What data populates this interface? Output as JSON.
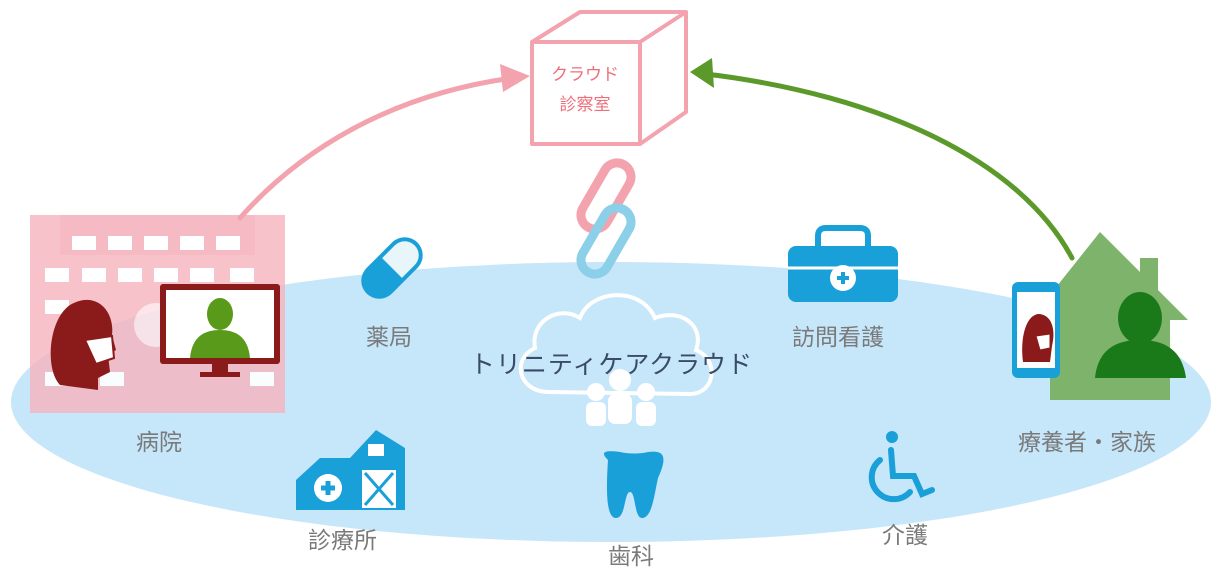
{
  "diagram": {
    "center_label": "トリニティケアクラウド",
    "cloud_room": {
      "line1": "クラウド",
      "line2": "診察室"
    },
    "nodes": {
      "hospital": "病院",
      "pharmacy": "薬局",
      "home_nursing": "訪問看護",
      "patient_family": "療養者・家族",
      "clinic": "診療所",
      "dental": "歯科",
      "care": "介護"
    },
    "colors": {
      "ellipse": "#c6e6fa",
      "icon_blue": "#1aa0d8",
      "hospital_pink": "#f5b5bf",
      "house_green": "#7db36a",
      "arrow_pink": "#f3a3ae",
      "arrow_green": "#5b9a2a",
      "doctor_green": "#5a9a1a",
      "patient_red": "#8b1a1a",
      "family_green": "#1a7a1a"
    }
  }
}
